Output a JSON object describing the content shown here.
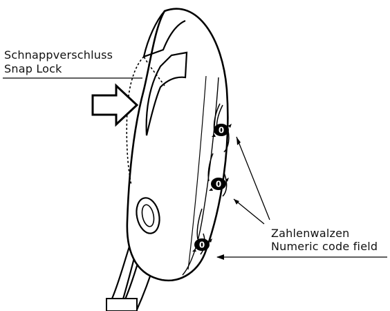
{
  "labels": {
    "snap_lock_de": "Schnappverschluss",
    "snap_lock_en": "Snap Lock",
    "code_field_de": "Zahlenwalzen",
    "code_field_en": "Numeric code field"
  },
  "dials": [
    {
      "digit": "0"
    },
    {
      "digit": "0"
    },
    {
      "digit": "0"
    }
  ]
}
